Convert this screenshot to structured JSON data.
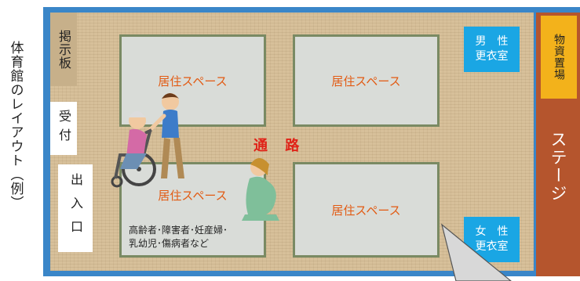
{
  "title": "体育館のレイアウト（例）",
  "bulletin_board": "掲示板",
  "reception": "受付",
  "entrance": "出入口",
  "corridor": "通 路",
  "spaces": [
    {
      "label": "居住スペース"
    },
    {
      "label": "居住スペース"
    },
    {
      "label": "居住スペース",
      "note_line1": "高齢者･障害者･妊産婦･",
      "note_line2": "乳幼児･傷病者など"
    },
    {
      "label": "居住スペース"
    }
  ],
  "male_locker": {
    "line1": "男　性",
    "line2": "更衣室"
  },
  "female_locker": {
    "line1": "女　性",
    "line2": "更衣室"
  },
  "storage": "物資置場",
  "stage": "ステージ",
  "colors": {
    "wall": "#3a86c8",
    "floor": "#d7c09a",
    "space_fill": "#d9dcd8",
    "space_border": "#7a8a63",
    "space_label": "#e25a12",
    "corridor": "#e02318",
    "locker": "#1aa6e4",
    "stage": "#b5552d",
    "storage": "#f3b21b"
  }
}
